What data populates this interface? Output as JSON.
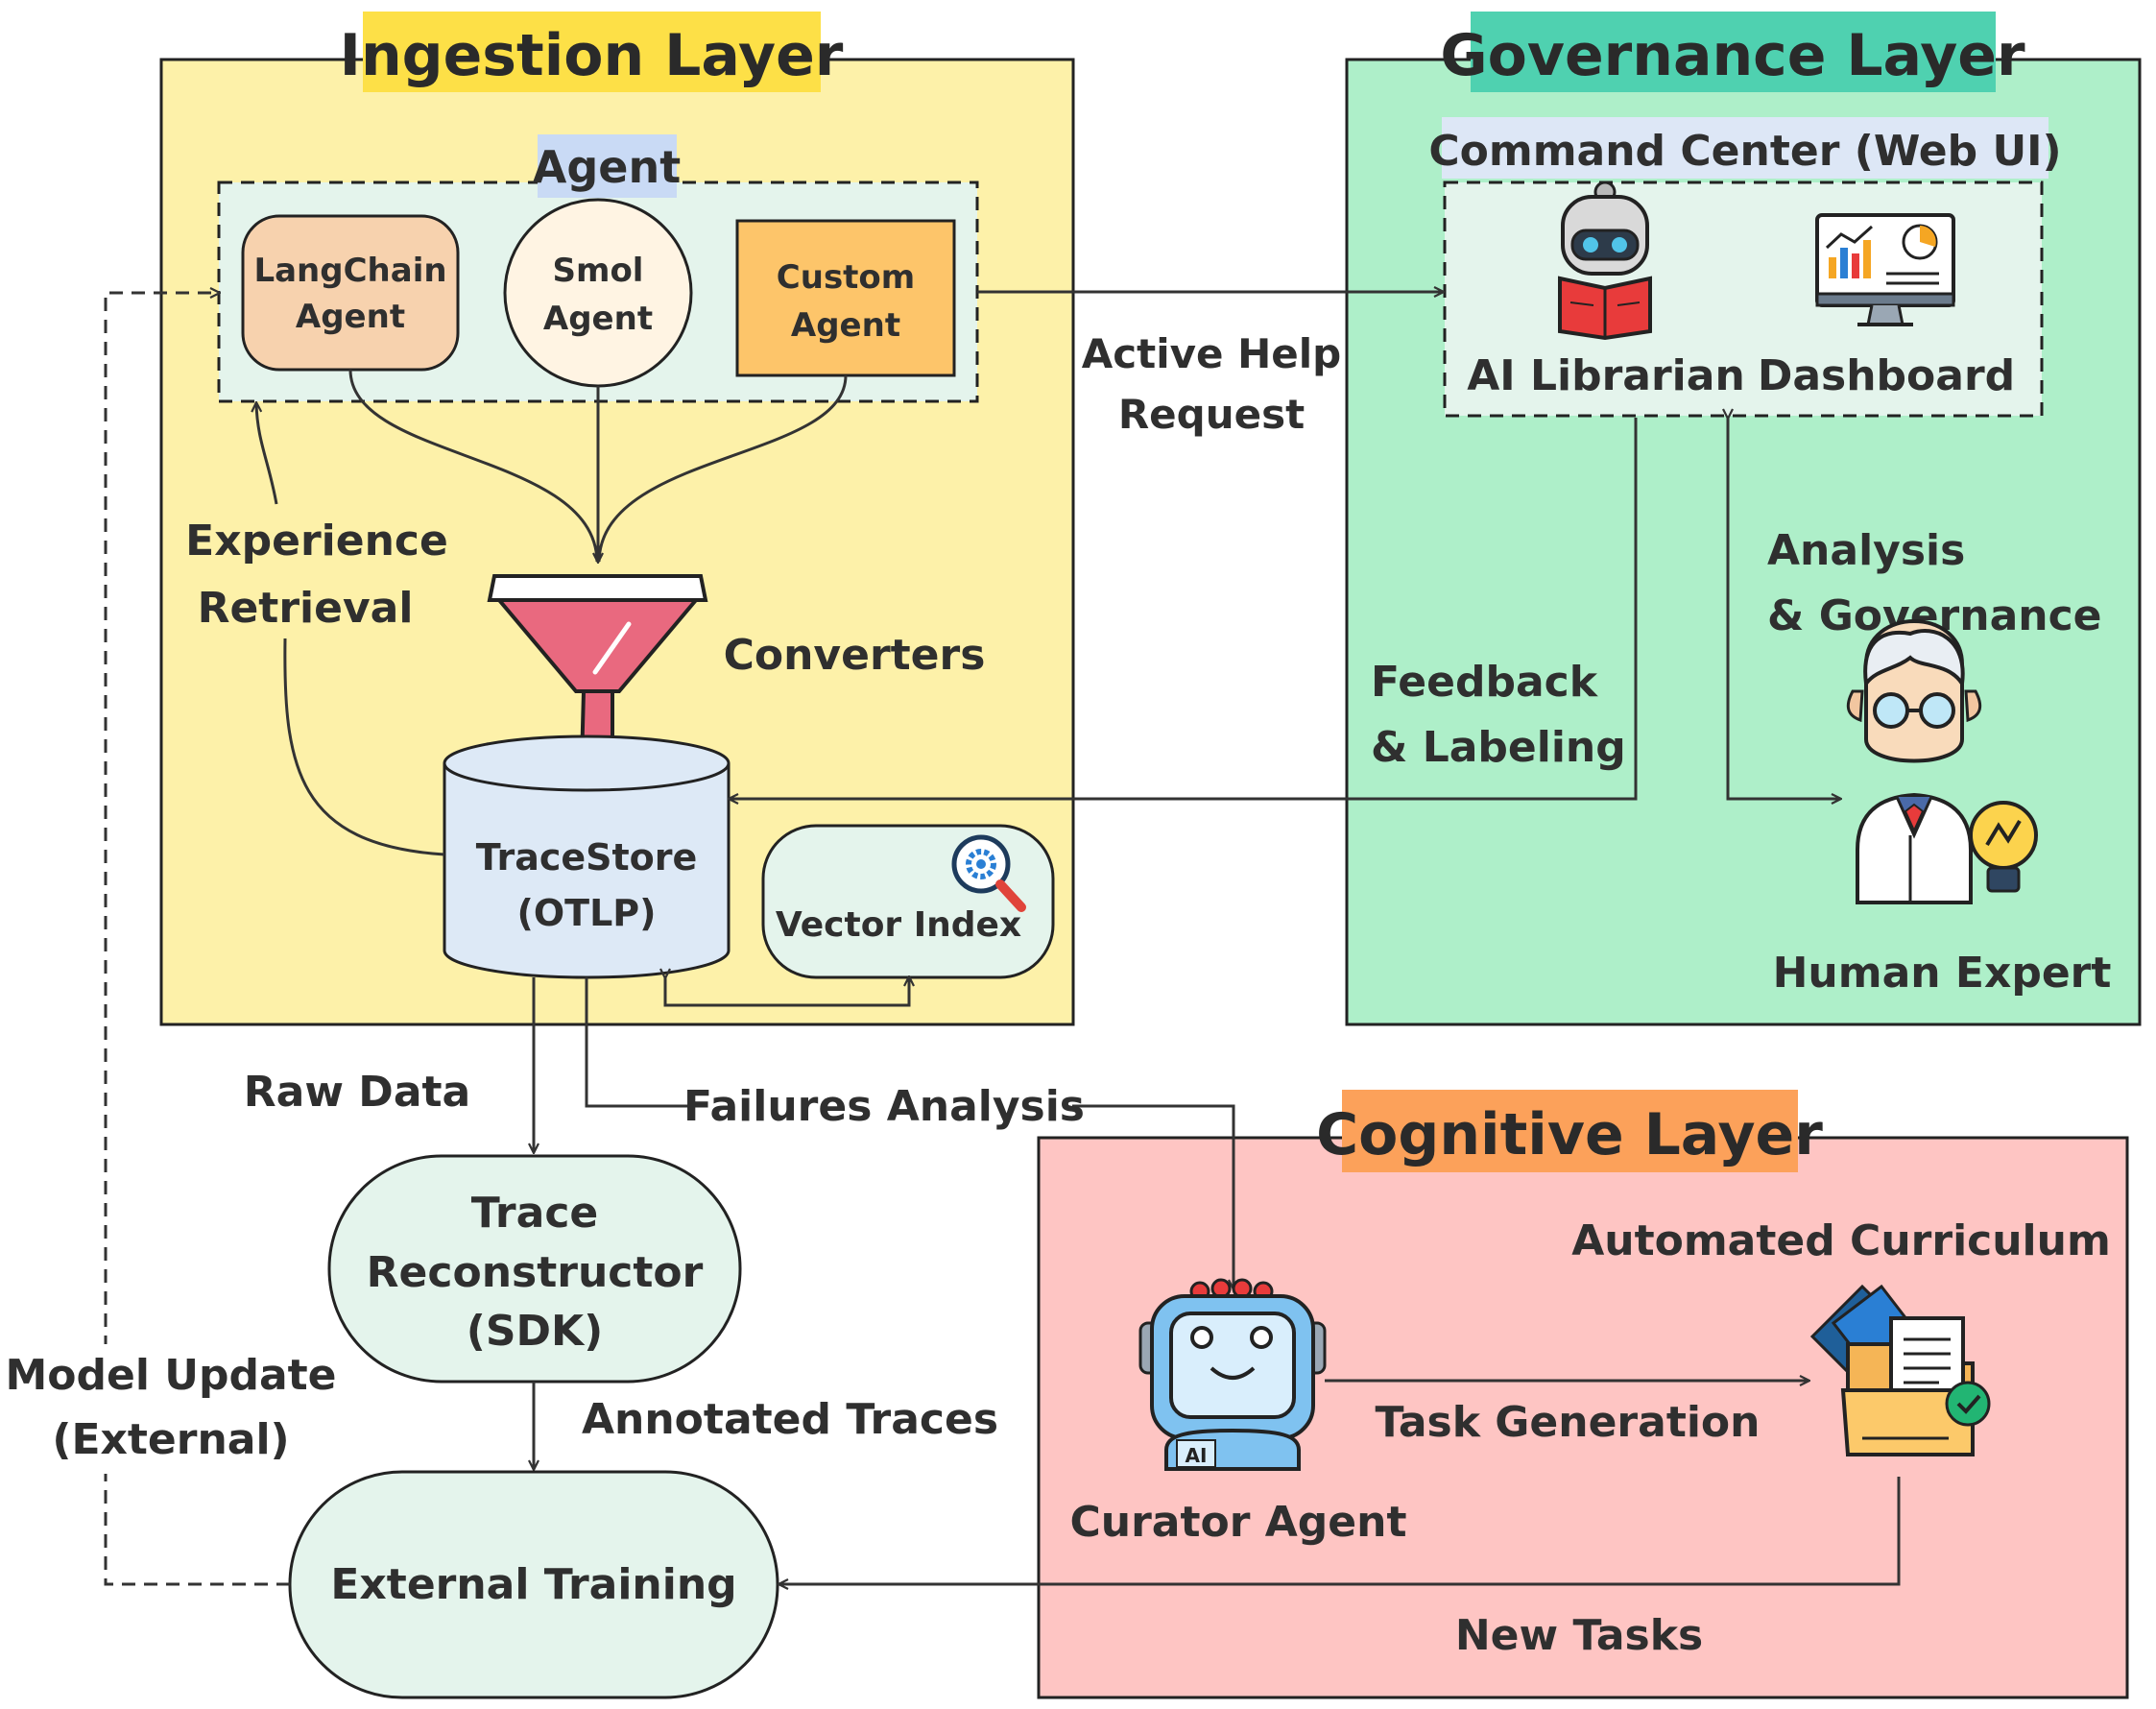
{
  "layers": {
    "ingestion": {
      "title": "Ingestion Layer",
      "bg": "#fdf1a9",
      "title_bg": "#fde047"
    },
    "governance": {
      "title": "Governance Layer",
      "bg": "#aeefc9",
      "title_bg": "#4fd1b0"
    },
    "cognitive": {
      "title": "Cognitive Layer",
      "bg": "#fec5c3",
      "title_bg": "#fca15a"
    }
  },
  "agent_group": {
    "title": "Agent",
    "agents": [
      {
        "line1": "LangChain",
        "line2": "Agent",
        "color": "#f7d2ae"
      },
      {
        "line1": "Smol",
        "line2": "Agent",
        "color": "#fff4e3"
      },
      {
        "line1": "Custom",
        "line2": "Agent",
        "color": "#fdc56a"
      }
    ]
  },
  "ingestion": {
    "converters": "Converters",
    "tracestore_line1": "TraceStore",
    "tracestore_line2": "(OTLP)",
    "vector_index": "Vector Index",
    "experience_line1": "Experience",
    "experience_line2": "Retrieval"
  },
  "governance": {
    "command_center": "Command Center (Web UI)",
    "ai_librarian": "AI Librarian",
    "dashboard": "Dashboard",
    "analysis_line1": "Analysis",
    "analysis_line2": "& Governance",
    "feedback_line1": "Feedback",
    "feedback_line2": "& Labeling",
    "human_expert": "Human Expert"
  },
  "flows": {
    "active_help_line1": "Active Help",
    "active_help_line2": "Request",
    "raw_data": "Raw Data",
    "failures_analysis": "Failures Analysis",
    "annotated_traces": "Annotated Traces",
    "model_update_line1": "Model Update",
    "model_update_line2": "(External)",
    "new_tasks": "New Tasks",
    "task_generation": "Task Generation"
  },
  "pipeline": {
    "reconstructor_line1": "Trace",
    "reconstructor_line2": "Reconstructor",
    "reconstructor_line3": "(SDK)",
    "external_training": "External Training"
  },
  "cognitive": {
    "automated_curriculum": "Automated Curriculum",
    "curator_agent": "Curator Agent"
  },
  "icons": [
    "funnel-icon",
    "ai-librarian-robot-icon",
    "dashboard-monitor-icon",
    "human-expert-icon",
    "lightbulb-icon",
    "search-gear-icon",
    "curator-robot-icon",
    "curriculum-folder-icon"
  ]
}
